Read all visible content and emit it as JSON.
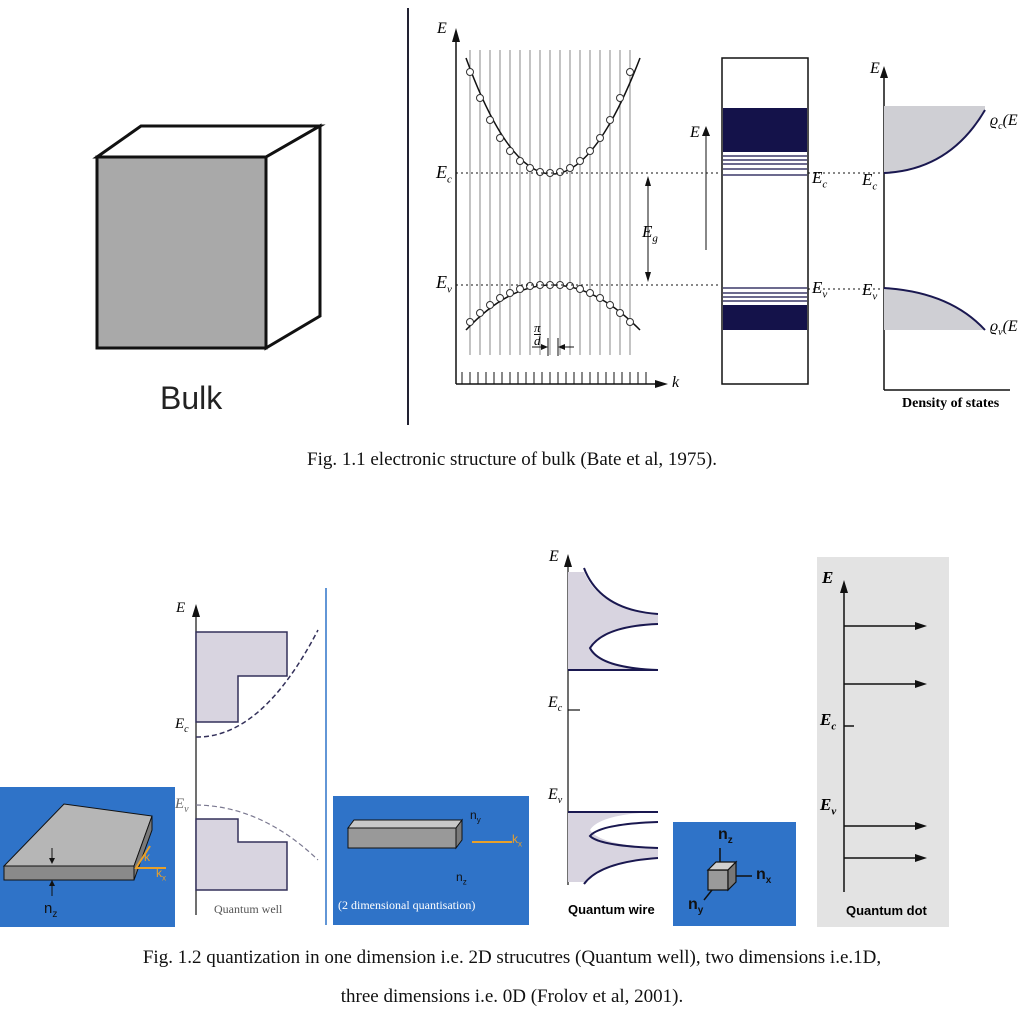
{
  "fig1": {
    "bulk_label": "Bulk",
    "axis_E": "E",
    "axis_k": "k",
    "label_Ec": "E",
    "sub_c": "c",
    "label_Ev": "E",
    "sub_v": "v",
    "label_Eg": "E",
    "sub_g": "g",
    "pi_over_d_num": "π",
    "pi_over_d_den": "d",
    "band_E": "E",
    "dos_E": "E",
    "rho_c": "ϱ",
    "rho_c_sub": "c",
    "rho_c_arg": "(E",
    "rho_v": "ϱ",
    "rho_v_sub": "v",
    "rho_v_arg": "(E",
    "dos_xlabel": "Density of states",
    "caption": "Fig. 1.1 electronic structure of bulk (Bate et al, 1975)."
  },
  "fig2": {
    "qw_E": "E",
    "qw_Ec": "E",
    "qw_Ec_sub": "c",
    "qw_Ev": "E",
    "qw_Ev_sub": "v",
    "qw_label": "Quantum well",
    "slab_nz": "n",
    "slab_nz_sub": "z",
    "slab_kx": "k",
    "slab_kx_sub": "x",
    "slab_k": "k",
    "slab_bottom": "",
    "wire_ny": "n",
    "wire_ny_sub": "y",
    "wire_nz": "n",
    "wire_nz_sub": "z",
    "wire_kx": "k",
    "wire_kx_sub": "x",
    "wire_caption": "(2 dimensional quantisation)",
    "qwire_E": "E",
    "qwire_Ec": "E",
    "qwire_Ec_sub": "c",
    "qwire_Ev": "E",
    "qwire_Ev_sub": "v",
    "qwire_label": "Quantum wire",
    "dot_nz": "n",
    "dot_nz_sub": "z",
    "dot_nx": "n",
    "dot_nx_sub": "x",
    "dot_ny": "n",
    "dot_ny_sub": "y",
    "qdot_E": "E",
    "qdot_Ec": "E",
    "qdot_Ec_sub": "c",
    "qdot_Ev": "E",
    "qdot_Ev_sub": "v",
    "qdot_label": "Quantum dot",
    "caption_line1": "Fig. 1.2 quantization in one dimension i.e. 2D strucutres (Quantum well), two dimensions i.e.1D,",
    "caption_line2": "three dimensions i.e. 0D (Frolov et al, 2001)."
  },
  "colors": {
    "band_fill": "#14124a",
    "blue_panel": "#2f73c8",
    "cube_face": "#a9a9a9",
    "qdot_bg": "#e3e3e3",
    "arrow_orange": "#e8a02a"
  }
}
